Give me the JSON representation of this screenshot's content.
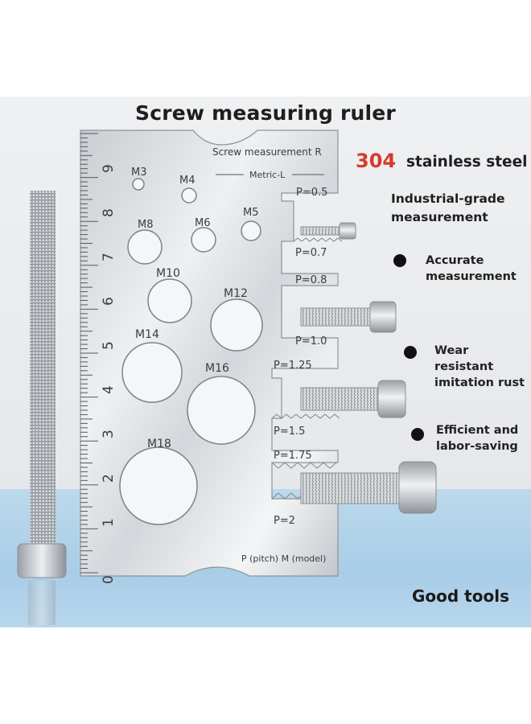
{
  "title": "Screw measuring ruler",
  "card": {
    "header_right": "Screw measurement R",
    "header_left": "Metric-L",
    "footer": "P (pitch) M (model)",
    "ruler_numbers": [
      "0",
      "1",
      "2",
      "3",
      "4",
      "5",
      "6",
      "7",
      "8",
      "9"
    ],
    "holes": [
      "M3",
      "M4",
      "M8",
      "M6",
      "M5",
      "M10",
      "M12",
      "M14",
      "M16",
      "M18"
    ],
    "pitches": [
      "P=0.5",
      "P=0.7",
      "P=0.8",
      "P=1.0",
      "P=1.25",
      "P=1.5",
      "P=1.75",
      "P=2"
    ]
  },
  "features": {
    "material_number": "304",
    "material_text": "stainless steel",
    "grade_line1": "Industrial-grade",
    "grade_line2": "measurement",
    "items": [
      {
        "line1": "Accurate",
        "line2": "measurement"
      },
      {
        "line1": "Wear resistant",
        "line2": "imitation rust"
      },
      {
        "line1": "Efficient and",
        "line2": "labor-saving"
      }
    ],
    "tagline": "Good tools"
  },
  "colors": {
    "accent": "#d63a2a",
    "water": "#a9cde7",
    "steel": "#d7dadd"
  }
}
